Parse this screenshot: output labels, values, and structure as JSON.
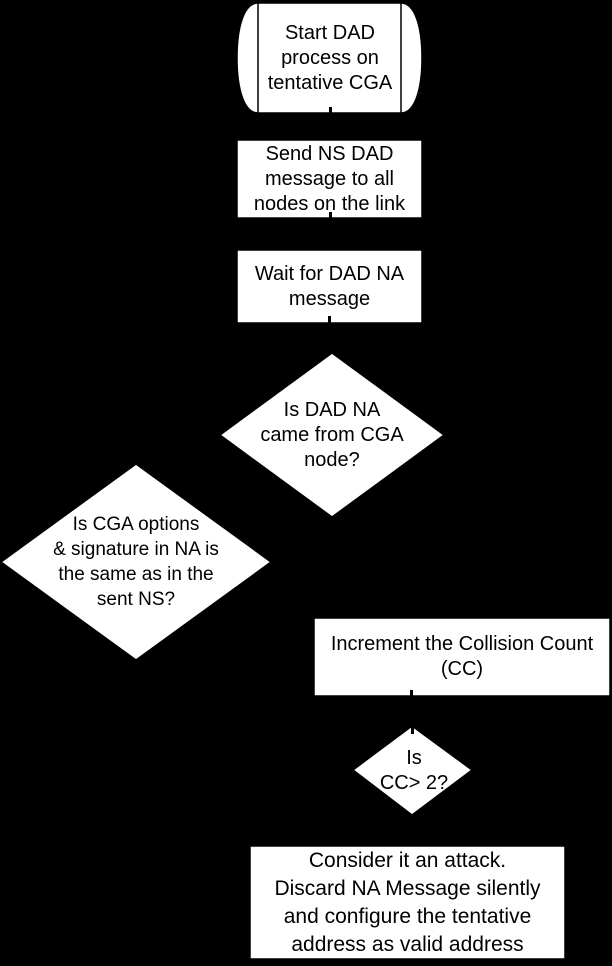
{
  "diagram": {
    "type": "flowchart",
    "topic": "DAD process on tentative CGA",
    "colors": {
      "background": "#000000",
      "node_fill": "#ffffff",
      "node_stroke": "#000000",
      "text": "#000000"
    },
    "nodes": {
      "start": {
        "shape": "terminator",
        "label": "Start DAD\nprocess on\ntentative CGA"
      },
      "send_ns": {
        "shape": "process",
        "label": "Send NS DAD\nmessage to all\nnodes on the link"
      },
      "wait_na": {
        "shape": "process",
        "label": "Wait for DAD NA\nmessage"
      },
      "is_dad_na_from_cga": {
        "shape": "decision",
        "label": "Is DAD NA\ncame from CGA\nnode?"
      },
      "is_cga_options_same": {
        "shape": "decision",
        "label": "Is CGA options\n& signature in NA is\nthe same as in the\nsent NS?"
      },
      "increment_cc": {
        "shape": "process",
        "label": "Increment the Collision Count\n(CC)"
      },
      "is_cc_gt_2": {
        "shape": "decision",
        "label": "Is\nCC> 2?"
      },
      "consider_attack": {
        "shape": "process",
        "label": "Consider it an attack.\nDiscard NA Message silently\nand configure the tentative\naddress as valid address"
      }
    }
  }
}
